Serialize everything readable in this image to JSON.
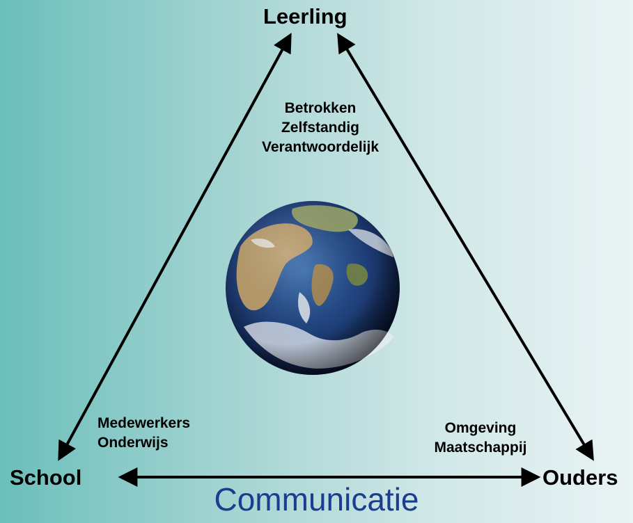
{
  "nodes": {
    "top": "Leerling",
    "left": "School",
    "right": "Ouders"
  },
  "notes": {
    "top": [
      "Betrokken",
      "Zelfstandig",
      "Verantwoordelijk"
    ],
    "left": [
      "Medewerkers",
      "Onderwijs"
    ],
    "right": [
      "Omgeving",
      "Maatschappij"
    ]
  },
  "footer": "Communicatie",
  "center_image": "earth-globe",
  "colors": {
    "background_left": "#6bbfbb",
    "background_right": "#e9f3f4",
    "footer_text": "#1a3d8f",
    "arrow": "#000000"
  }
}
